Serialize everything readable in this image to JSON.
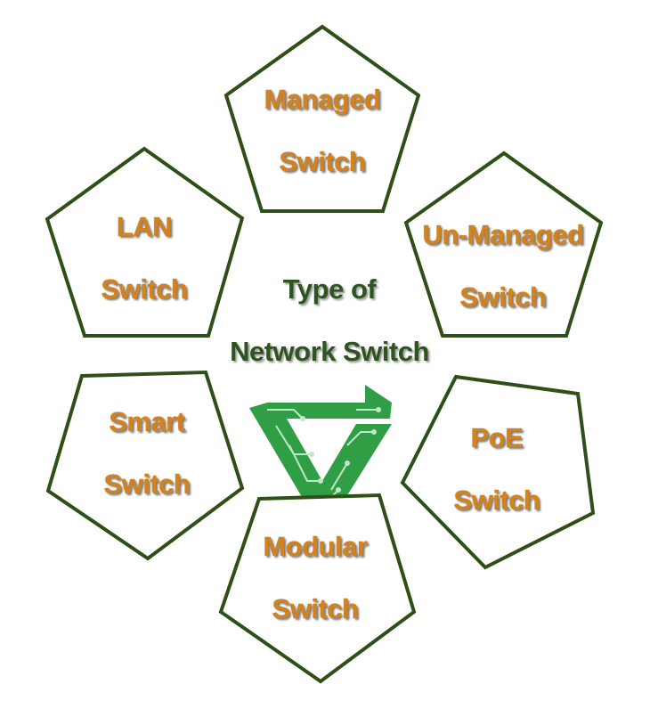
{
  "diagram": {
    "center": {
      "line1": "Type of",
      "line2": "Network Switch"
    },
    "nodes": [
      {
        "id": "managed",
        "line1": "Managed",
        "line2": "Switch"
      },
      {
        "id": "unmanaged",
        "line1": "Un-Managed",
        "line2": "Switch"
      },
      {
        "id": "poe",
        "line1": "PoE",
        "line2": "Switch"
      },
      {
        "id": "modular",
        "line1": "Modular",
        "line2": "Switch"
      },
      {
        "id": "smart",
        "line1": "Smart",
        "line2": "Switch"
      },
      {
        "id": "lan",
        "line1": "LAN",
        "line2": "Switch"
      }
    ],
    "colors": {
      "outline": "#2e4f17",
      "node_text": "#d4821c",
      "center_text": "#2e5520",
      "logo": "#2f9e44"
    },
    "logo_icon": "circuit-g-logo-icon"
  }
}
